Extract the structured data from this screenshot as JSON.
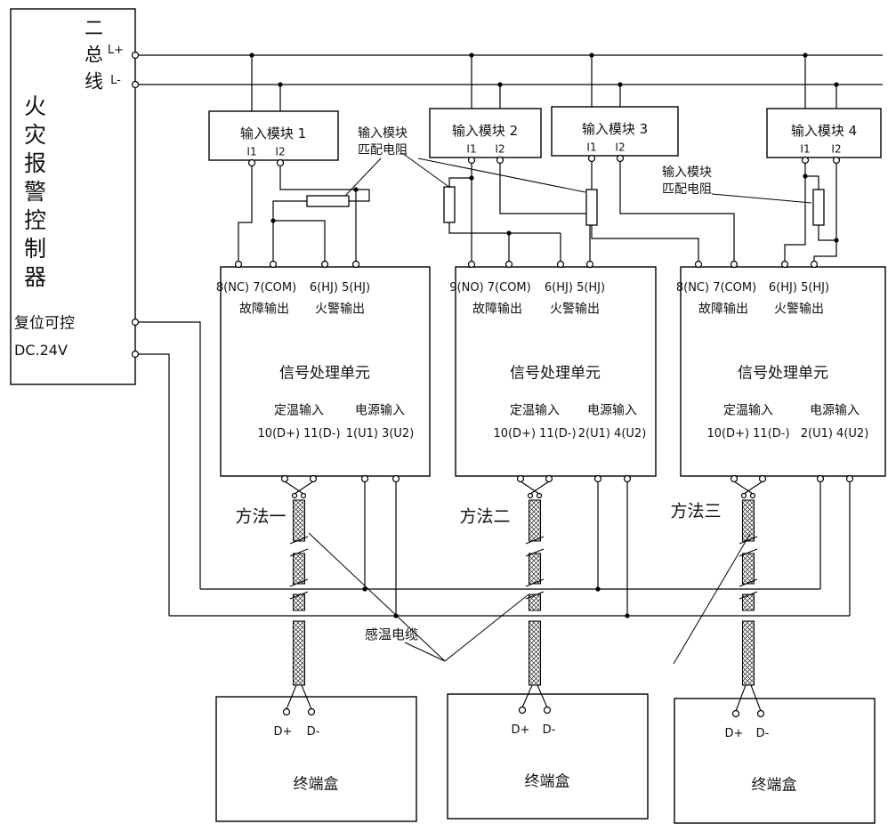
{
  "controller": {
    "bus_system": "二总线",
    "terminal_plus": "L+",
    "terminal_minus": "L-",
    "title": "火灾报警控制器",
    "reset": "复位可控",
    "voltage": "DC.24V"
  },
  "modules": [
    {
      "title": "输入模块 1",
      "i1": "I1",
      "i2": "I2"
    },
    {
      "title": "输入模块 2",
      "i1": "I1",
      "i2": "I2"
    },
    {
      "title": "输入模块 3",
      "i1": "I1",
      "i2": "I2"
    },
    {
      "title": "输入模块 4",
      "i1": "I1",
      "i2": "I2"
    }
  ],
  "notes": {
    "matching_resistor": "输入模块\n匹配电阻",
    "heat_cable": "感温电缆"
  },
  "units": [
    {
      "fault_terminals": "8(NC) 7(COM)",
      "fire_terminals": "6(HJ) 5(HJ)",
      "fault_label": "故障输出",
      "fire_label": "火警输出",
      "title": "信号处理单元",
      "temp_label": "定温输入",
      "power_label": "电源输入",
      "temp_terminals": "10(D+) 11(D-)",
      "power_terminals": "1(U1) 3(U2)",
      "method": "方法一"
    },
    {
      "fault_terminals": "9(NO) 7(COM)",
      "fire_terminals": "6(HJ) 5(HJ)",
      "fault_label": "故障输出",
      "fire_label": "火警输出",
      "title": "信号处理单元",
      "temp_label": "定温输入",
      "power_label": "电源输入",
      "temp_terminals": "10(D+) 11(D-)",
      "power_terminals": "2(U1) 4(U2)",
      "method": "方法二"
    },
    {
      "fault_terminals": "8(NC) 7(COM)",
      "fire_terminals": "6(HJ) 5(HJ)",
      "fault_label": "故障输出",
      "fire_label": "火警输出",
      "title": "信号处理单元",
      "temp_label": "定温输入",
      "power_label": "电源输入",
      "temp_terminals": "10(D+) 11(D-)",
      "power_terminals": "2(U1) 4(U2)",
      "method": "方法三"
    }
  ],
  "terminal_boxes": [
    {
      "dplus": "D+",
      "dminus": "D-",
      "label": "终端盒"
    },
    {
      "dplus": "D+",
      "dminus": "D-",
      "label": "终端盒"
    },
    {
      "dplus": "D+",
      "dminus": "D-",
      "label": "终端盒"
    }
  ]
}
